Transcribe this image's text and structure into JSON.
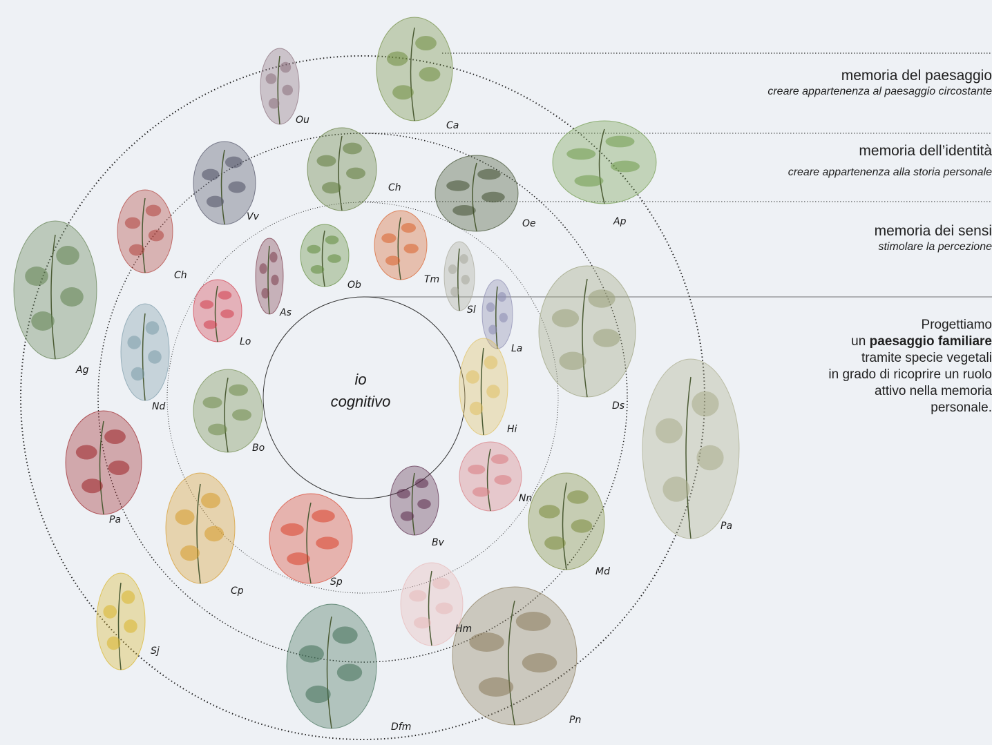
{
  "diagram": {
    "center": {
      "line1": "io",
      "line2": "cognitivo"
    },
    "rings": [
      {
        "ring": "landscape",
        "legend_title": "memoria del paesaggio",
        "legend_subtitle": "creare appartenenza al paesaggio circostante"
      },
      {
        "ring": "identity",
        "legend_title": "memoria dell’identità",
        "legend_subtitle": "creare appartenenza alla storia personale"
      },
      {
        "ring": "senses",
        "legend_title": "memoria dei sensi",
        "legend_subtitle": "stimolare la percezione"
      }
    ],
    "statement": {
      "line1": "Progettiamo",
      "line2_prefix": "un",
      "line2_bold": "paesaggio familiare",
      "line3": "tramite specie vegetali",
      "line4": "in grado di ricoprire un ruolo",
      "line5": "attivo nella memoria",
      "line6": "personale."
    },
    "plants": [
      {
        "abbr": "Ou",
        "ring": "landscape",
        "color": "#8a6d7a"
      },
      {
        "abbr": "Ca",
        "ring": "landscape",
        "color": "#6f8c3e"
      },
      {
        "abbr": "Ap",
        "ring": "landscape",
        "color": "#6f9a4a"
      },
      {
        "abbr": "Ag",
        "ring": "landscape",
        "color": "#5f7f4f"
      },
      {
        "abbr": "Pa",
        "ring": "landscape",
        "color": "#9b1f24"
      },
      {
        "abbr": "Sj",
        "ring": "landscape",
        "color": "#d8b52a"
      },
      {
        "abbr": "Dfm",
        "ring": "landscape",
        "color": "#3f6d56"
      },
      {
        "abbr": "Pn",
        "ring": "landscape",
        "color": "#8a7a5a"
      },
      {
        "abbr": "Pa",
        "ring": "landscape",
        "color": "#a9ab8a"
      },
      {
        "abbr": "Md",
        "ring": "landscape",
        "color": "#7a8a3a"
      },
      {
        "abbr": "Ds",
        "ring": "landscape",
        "color": "#9aa07a"
      },
      {
        "abbr": "Ch",
        "ring": "identity",
        "color": "#5f7a3a"
      },
      {
        "abbr": "Vv",
        "ring": "identity",
        "color": "#4d4f63"
      },
      {
        "abbr": "Oe",
        "ring": "identity",
        "color": "#3f4f2f"
      },
      {
        "abbr": "Ch",
        "ring": "identity",
        "color": "#b0403a"
      },
      {
        "abbr": "Nd",
        "ring": "identity",
        "color": "#7a9aa8"
      },
      {
        "abbr": "Cp",
        "ring": "identity",
        "color": "#d69a2a"
      },
      {
        "abbr": "Hm",
        "ring": "identity",
        "color": "#e8b8b8"
      },
      {
        "abbr": "Nn",
        "ring": "identity",
        "color": "#d87a80"
      },
      {
        "abbr": "Ob",
        "ring": "senses",
        "color": "#5f8a3a"
      },
      {
        "abbr": "Tm",
        "ring": "senses",
        "color": "#d8602a"
      },
      {
        "abbr": "Sl",
        "ring": "senses",
        "color": "#a8a89a"
      },
      {
        "abbr": "La",
        "ring": "senses",
        "color": "#8a8ab0"
      },
      {
        "abbr": "Hi",
        "ring": "senses",
        "color": "#e0c060"
      },
      {
        "abbr": "As",
        "ring": "senses",
        "color": "#7a3a4a"
      },
      {
        "abbr": "Lo",
        "ring": "senses",
        "color": "#d23a4a"
      },
      {
        "abbr": "Bo",
        "ring": "senses",
        "color": "#6f8a4a"
      },
      {
        "abbr": "Bv",
        "ring": "senses",
        "color": "#5a2a4a"
      },
      {
        "abbr": "Sp",
        "ring": "senses",
        "color": "#d8402a"
      }
    ]
  }
}
